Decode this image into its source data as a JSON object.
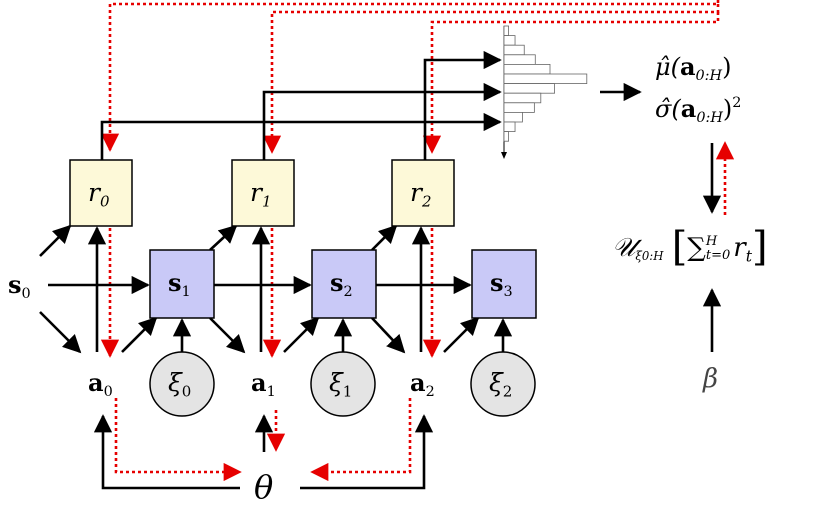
{
  "nodes": {
    "reward_main": "r",
    "reward_0_sub": "0",
    "reward_1_sub": "1",
    "reward_2_sub": "2",
    "state_main": "s",
    "state_0_sub": "0",
    "state_1_sub": "1",
    "state_2_sub": "2",
    "state_3_sub": "3",
    "action_main": "a",
    "action_0_sub": "0",
    "action_1_sub": "1",
    "action_2_sub": "2",
    "noise_main": "ξ",
    "noise_0_sub": "0",
    "noise_1_sub": "1",
    "noise_2_sub": "2",
    "theta": "θ",
    "beta": "β"
  },
  "outputs": {
    "mu_hat": "μ̂(",
    "mu_arg": "a",
    "mu_arg_sub": "0:H",
    "close_paren": ")",
    "sigma_hat": "σ̂(",
    "sigma_arg": "a",
    "sigma_arg_sub": "0:H",
    "sigma_close": ")",
    "sigma_sup": "2"
  },
  "utility": {
    "symbol": "𝒰",
    "symbol_sub": "ξ0:H",
    "open_bracket": "[",
    "sum": "∑",
    "sum_upper": "H",
    "sum_lower": "t=0",
    "term": "r",
    "term_sub": "t",
    "close_bracket": "]"
  },
  "colors": {
    "reward_fill": "#fdf9d8",
    "state_fill": "#c9c9f7",
    "noise_fill": "#e4e4e4",
    "forward_arrow": "#000000",
    "gradient_arrow": "#e60000"
  },
  "histogram": {
    "bins": [
      0.05,
      0.12,
      0.22,
      0.34,
      0.5,
      0.9,
      0.55,
      0.4,
      0.33,
      0.2,
      0.12,
      0.05
    ]
  }
}
